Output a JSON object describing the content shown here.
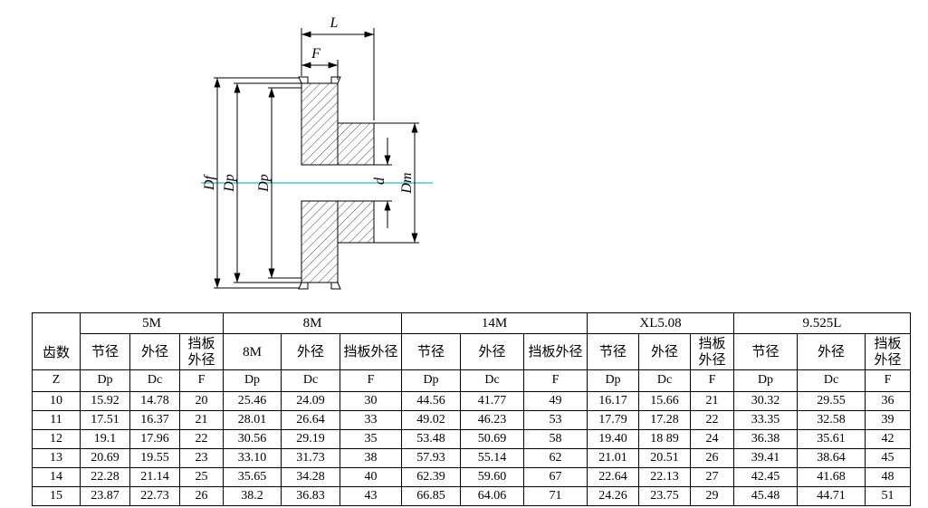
{
  "drawing": {
    "labels": {
      "L": "L",
      "F": "F",
      "Df": "Df",
      "Dp_outer": "Dp",
      "Dp_inner": "Dp",
      "d": "d",
      "Dm": "Dm"
    },
    "centerline_color": "#00A3A3"
  },
  "table": {
    "corner_label": "齿数",
    "z_label": "Z",
    "groups": [
      {
        "name": "5M",
        "headers": [
          "节径",
          "外径",
          "挡板\n外径"
        ],
        "units": [
          "Dp",
          "Dc",
          "F"
        ]
      },
      {
        "name": "8M",
        "headers": [
          "8M",
          "外径",
          "挡板外径"
        ],
        "units": [
          "Dp",
          "Dc",
          "F"
        ]
      },
      {
        "name": "14M",
        "headers": [
          "节径",
          "外径",
          "挡板外径"
        ],
        "units": [
          "Dp",
          "Dc",
          "F"
        ]
      },
      {
        "name": "XL5.08",
        "headers": [
          "节径",
          "外径",
          "挡板\n外径"
        ],
        "units": [
          "Dp",
          "Dc",
          "F"
        ]
      },
      {
        "name": "9.525L",
        "headers": [
          "节径",
          "外径",
          "挡板\n外径"
        ],
        "units": [
          "Dp",
          "Dc",
          "F"
        ]
      }
    ],
    "rows": [
      {
        "z": "10",
        "values": [
          "15.92",
          "14.78",
          "20",
          "25.46",
          "24.09",
          "30",
          "44.56",
          "41.77",
          "49",
          "16.17",
          "15.66",
          "21",
          "30.32",
          "29.55",
          "36"
        ]
      },
      {
        "z": "11",
        "values": [
          "17.51",
          "16.37",
          "21",
          "28.01",
          "26.64",
          "33",
          "49.02",
          "46.23",
          "53",
          "17.79",
          "17.28",
          "22",
          "33.35",
          "32.58",
          "39"
        ]
      },
      {
        "z": "12",
        "values": [
          "19.1",
          "17.96",
          "22",
          "30.56",
          "29.19",
          "35",
          "53.48",
          "50.69",
          "58",
          "19.40",
          "18 89",
          "24",
          "36.38",
          "35.61",
          "42"
        ]
      },
      {
        "z": "13",
        "values": [
          "20.69",
          "19.55",
          "23",
          "33.10",
          "31.73",
          "38",
          "57.93",
          "55.14",
          "62",
          "21.01",
          "20.51",
          "26",
          "39.41",
          "38.64",
          "45"
        ]
      },
      {
        "z": "14",
        "values": [
          "22.28",
          "21.14",
          "25",
          "35.65",
          "34.28",
          "40",
          "62.39",
          "59.60",
          "67",
          "22.64",
          "22.13",
          "27",
          "42.45",
          "41.68",
          "48"
        ]
      },
      {
        "z": "15",
        "values": [
          "23.87",
          "22.73",
          "26",
          "38.2",
          "36.83",
          "43",
          "66.85",
          "64.06",
          "71",
          "24.26",
          "23.75",
          "29",
          "45.48",
          "44.71",
          "51"
        ]
      }
    ]
  }
}
